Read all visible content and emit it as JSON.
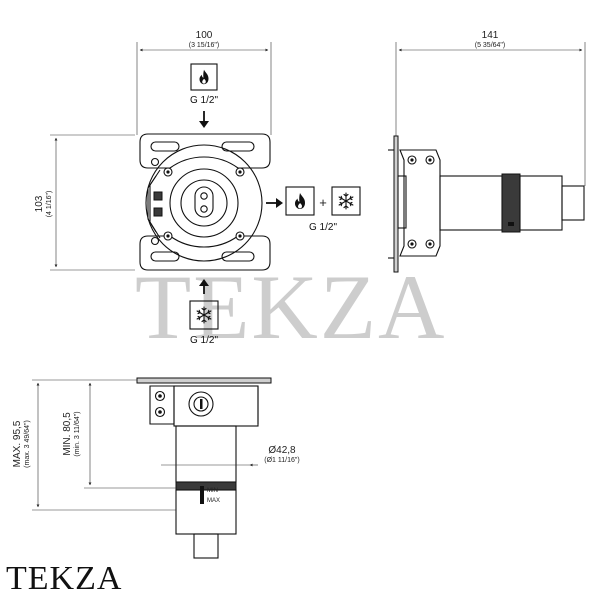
{
  "dimensions": {
    "width": {
      "main": "100",
      "sub": "(3 15/16\")"
    },
    "depth": {
      "main": "141",
      "sub": "(5 35/64\")"
    },
    "height": {
      "main": "103",
      "sub": "(4 1/16\")"
    },
    "max_depth": {
      "main": "MAX. 95,5",
      "sub": "(max. 3 49/64\")"
    },
    "min_depth": {
      "main": "MIN. 80,5",
      "sub": "(min. 3 11/64\")"
    },
    "diameter": {
      "main": "Ø42,8",
      "sub": "(Ø1 11/16\")"
    }
  },
  "connections": {
    "hot_inlet": "G 1/2\"",
    "outlet": "G 1/2\"",
    "cold_inlet": "G 1/2\"",
    "plus_sign": "+"
  },
  "icons": {
    "hot": "flame-icon",
    "cold": "snowflake-icon",
    "arrow": "arrow-icon"
  },
  "scale_marks": {
    "min": "MIN",
    "max": "MAX"
  },
  "watermark": "TEKZA",
  "brand": "TEKZA"
}
